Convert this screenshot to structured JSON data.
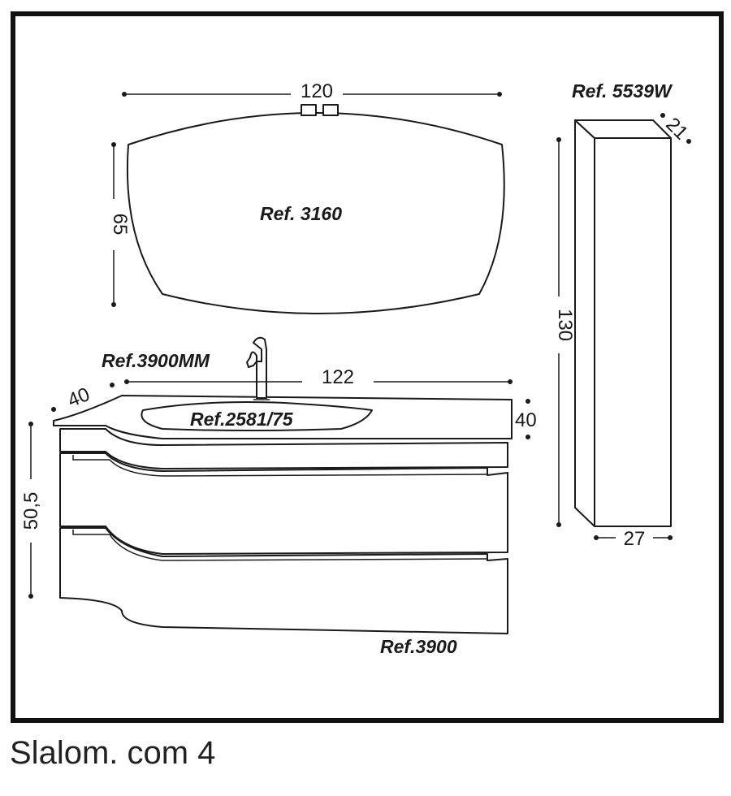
{
  "diagram": {
    "mirror": {
      "ref": "Ref. 3160",
      "width": "120",
      "height": "65"
    },
    "column": {
      "ref": "Ref. 5539W",
      "height": "130",
      "width": "27",
      "depth": "21"
    },
    "vanity": {
      "top_ref": "Ref.3900MM",
      "basin_ref": "Ref.2581/75",
      "cabinet_ref": "Ref.3900",
      "width": "122",
      "depth": "40",
      "top_thickness": "40",
      "height": "50,5"
    },
    "caption": "Slalom. com 4"
  }
}
